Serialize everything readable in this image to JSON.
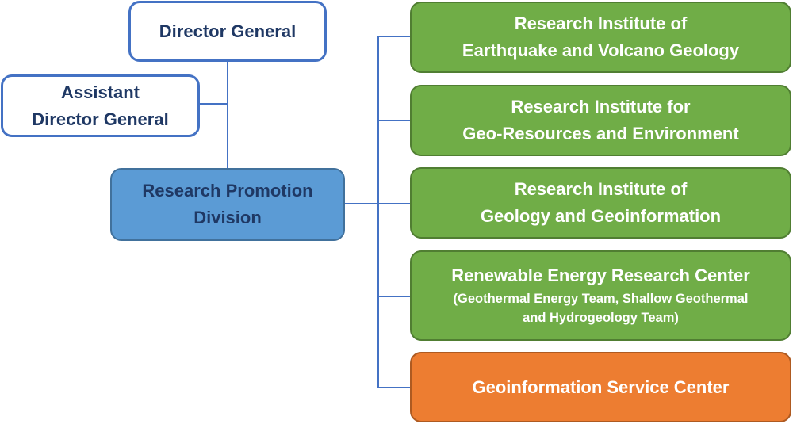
{
  "diagram": {
    "type": "organization-chart",
    "colors": {
      "connector": "#4472C4",
      "outline_border": "#4472C4",
      "outline_text": "#1F3864",
      "division_fill": "#5B9BD5",
      "institute_fill": "#70AD47",
      "service_fill": "#ED7D31"
    },
    "director_general": {
      "lines": [
        "Director General"
      ]
    },
    "assistant_director_general": {
      "lines": [
        "Assistant",
        "Director General"
      ]
    },
    "research_promotion_division": {
      "lines": [
        "Research Promotion",
        "Division"
      ]
    },
    "units": [
      {
        "lines": [
          "Research Institute of",
          "Earthquake and Volcano Geology"
        ],
        "sub": []
      },
      {
        "lines": [
          "Research Institute for",
          "Geo-Resources and Environment"
        ],
        "sub": []
      },
      {
        "lines": [
          "Research Institute of",
          "Geology and Geoinformation"
        ],
        "sub": []
      },
      {
        "lines": [
          "Renewable Energy Research Center"
        ],
        "sub": [
          "(Geothermal Energy Team, Shallow Geothermal",
          "and Hydrogeology Team)"
        ]
      },
      {
        "lines": [
          "Geoinformation Service Center"
        ],
        "sub": []
      }
    ],
    "edges": [
      [
        "Director General",
        "Research Promotion Division"
      ],
      [
        "Assistant Director General",
        "Director General–Research Promotion Division link"
      ],
      [
        "Research Promotion Division",
        "Research Institute of Earthquake and Volcano Geology"
      ],
      [
        "Research Promotion Division",
        "Research Institute for Geo-Resources and Environment"
      ],
      [
        "Research Promotion Division",
        "Research Institute of Geology and Geoinformation"
      ],
      [
        "Research Promotion Division",
        "Renewable Energy Research Center"
      ],
      [
        "Research Promotion Division",
        "Geoinformation Service Center"
      ]
    ]
  }
}
